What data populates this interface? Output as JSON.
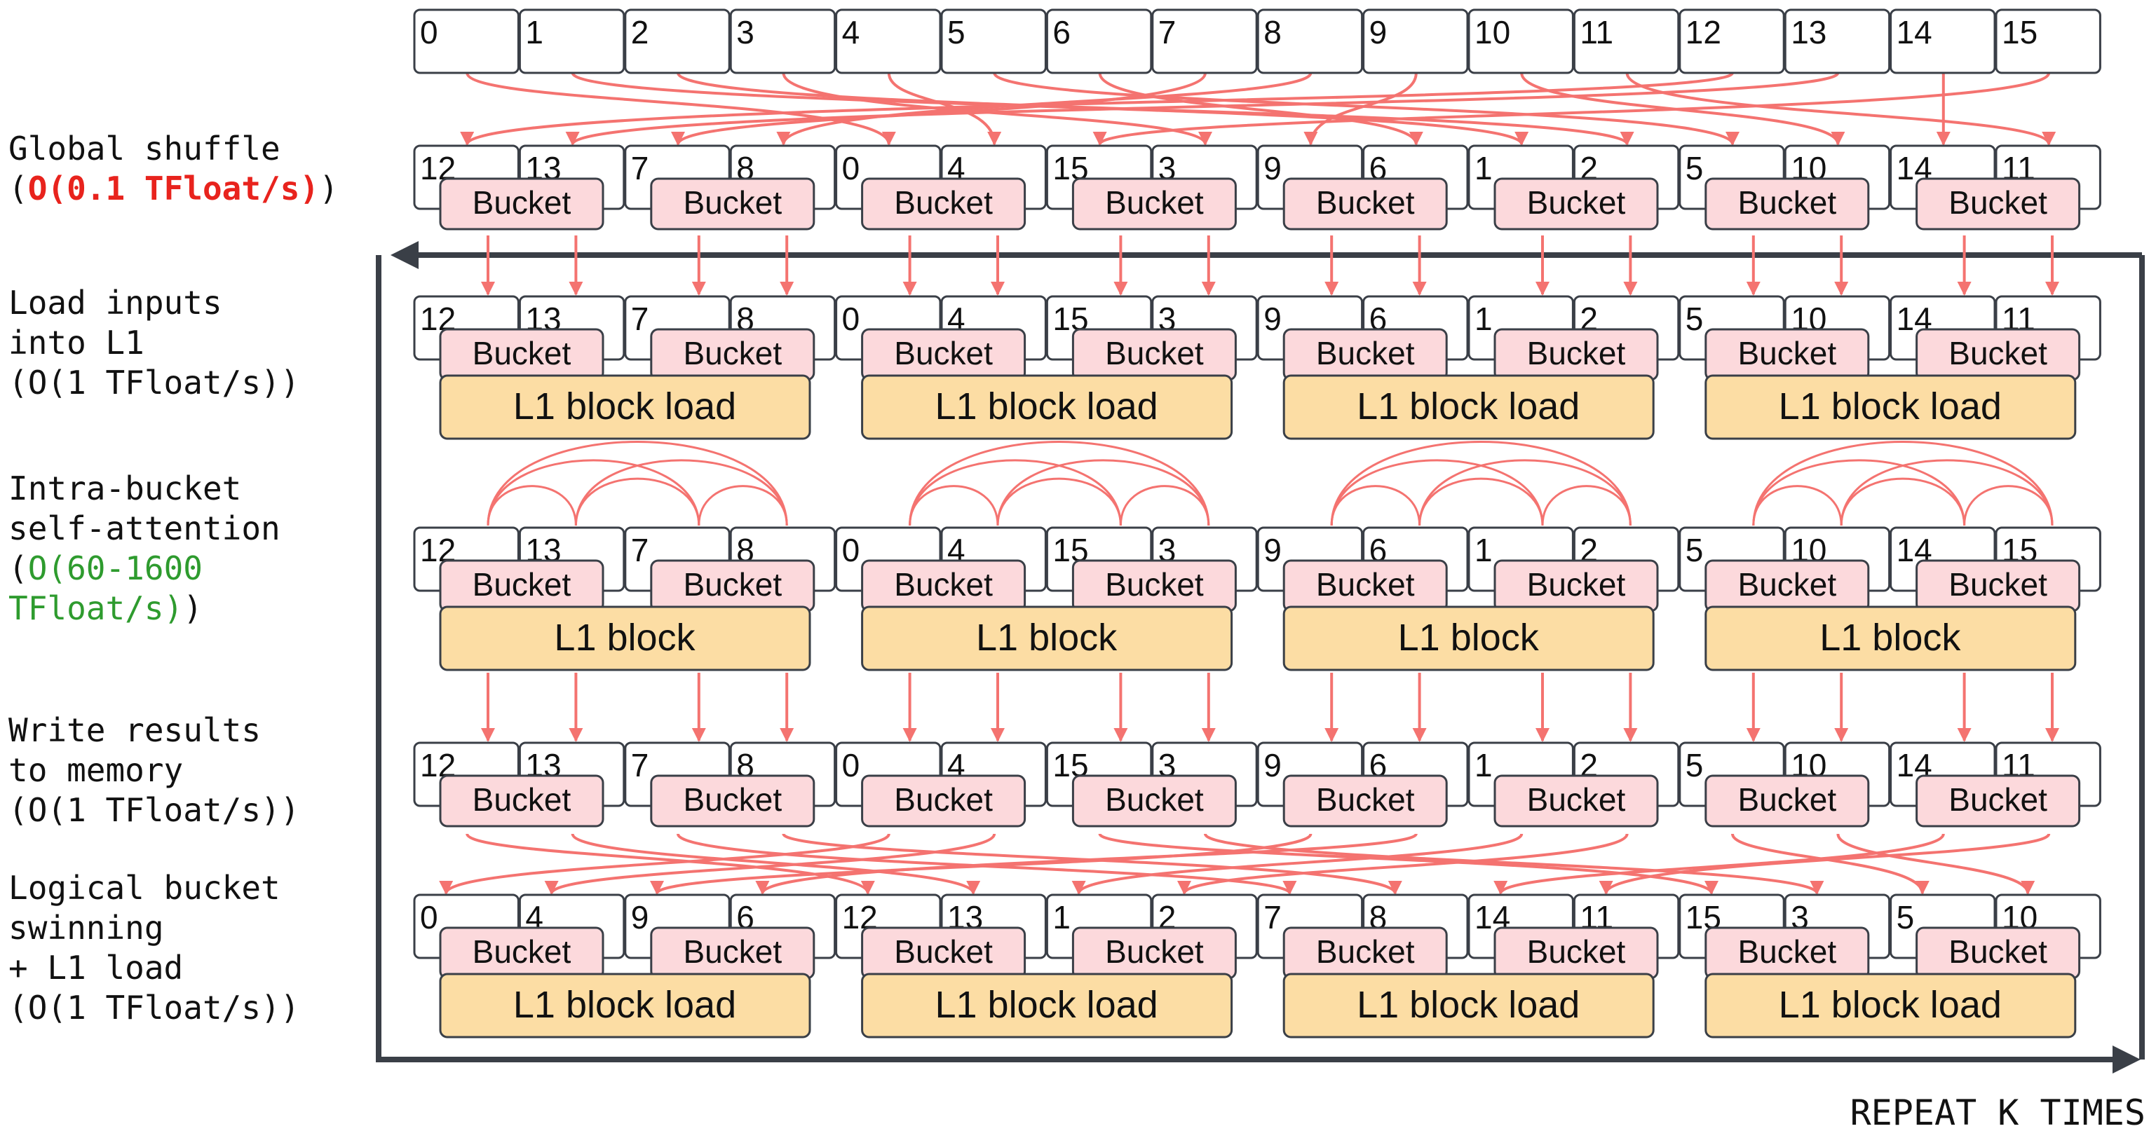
{
  "left_labels": [
    {
      "lines": [
        [
          {
            "t": "Global shuffle"
          }
        ],
        [
          {
            "t": "("
          },
          {
            "t": "O(0.1 TFloat/s)",
            "color": "#e8231d",
            "bold": true
          },
          {
            "t": ")"
          }
        ]
      ]
    },
    {
      "lines": [
        [
          {
            "t": "Load inputs"
          }
        ],
        [
          {
            "t": "into L1"
          }
        ],
        [
          {
            "t": "(O(1 TFloat/s))"
          }
        ]
      ]
    },
    {
      "lines": [
        [
          {
            "t": "Intra-bucket"
          }
        ],
        [
          {
            "t": "self-attention"
          }
        ],
        [
          {
            "t": "("
          },
          {
            "t": "O(60-1600",
            "color": "#2e9b2e"
          }
        ],
        [
          {
            "t": "TFloat/s)",
            "color": "#2e9b2e"
          },
          {
            "t": ")"
          }
        ]
      ]
    },
    {
      "lines": [
        [
          {
            "t": "Write results"
          }
        ],
        [
          {
            "t": "to memory"
          }
        ],
        [
          {
            "t": "(O(1 TFloat/s))"
          }
        ]
      ]
    },
    {
      "lines": [
        [
          {
            "t": "Logical bucket"
          }
        ],
        [
          {
            "t": "swinning"
          }
        ],
        [
          {
            "t": "+ L1 load"
          }
        ],
        [
          {
            "t": "(O(1 TFloat/s))"
          }
        ]
      ]
    }
  ],
  "rows": {
    "input": [
      "0",
      "1",
      "2",
      "3",
      "4",
      "5",
      "6",
      "7",
      "8",
      "9",
      "10",
      "11",
      "12",
      "13",
      "14",
      "15"
    ],
    "shuffled": [
      "12",
      "13",
      "7",
      "8",
      "0",
      "4",
      "15",
      "3",
      "9",
      "6",
      "1",
      "2",
      "5",
      "10",
      "14",
      "11"
    ],
    "loaded": [
      "12",
      "13",
      "7",
      "8",
      "0",
      "4",
      "15",
      "3",
      "9",
      "6",
      "1",
      "2",
      "5",
      "10",
      "14",
      "11"
    ],
    "attention": [
      "12",
      "13",
      "7",
      "8",
      "0",
      "4",
      "15",
      "3",
      "9",
      "6",
      "1",
      "2",
      "5",
      "10",
      "14",
      "15"
    ],
    "written": [
      "12",
      "13",
      "7",
      "8",
      "0",
      "4",
      "15",
      "3",
      "9",
      "6",
      "1",
      "2",
      "5",
      "10",
      "14",
      "11"
    ],
    "swinned": [
      "0",
      "4",
      "9",
      "6",
      "12",
      "13",
      "1",
      "2",
      "7",
      "8",
      "14",
      "11",
      "15",
      "3",
      "5",
      "10"
    ]
  },
  "bucket_label": "Bucket",
  "block_labels": {
    "load": "L1 block load",
    "attention": "L1 block"
  },
  "footer": "REPEAT K TIMES",
  "colors": {
    "arrow": "#f47370",
    "bucket_fill": "#fcd9dc",
    "block_fill": "#fcdda4",
    "cell_stroke": "#3a3f47",
    "loop_stroke": "#3a3f47"
  }
}
